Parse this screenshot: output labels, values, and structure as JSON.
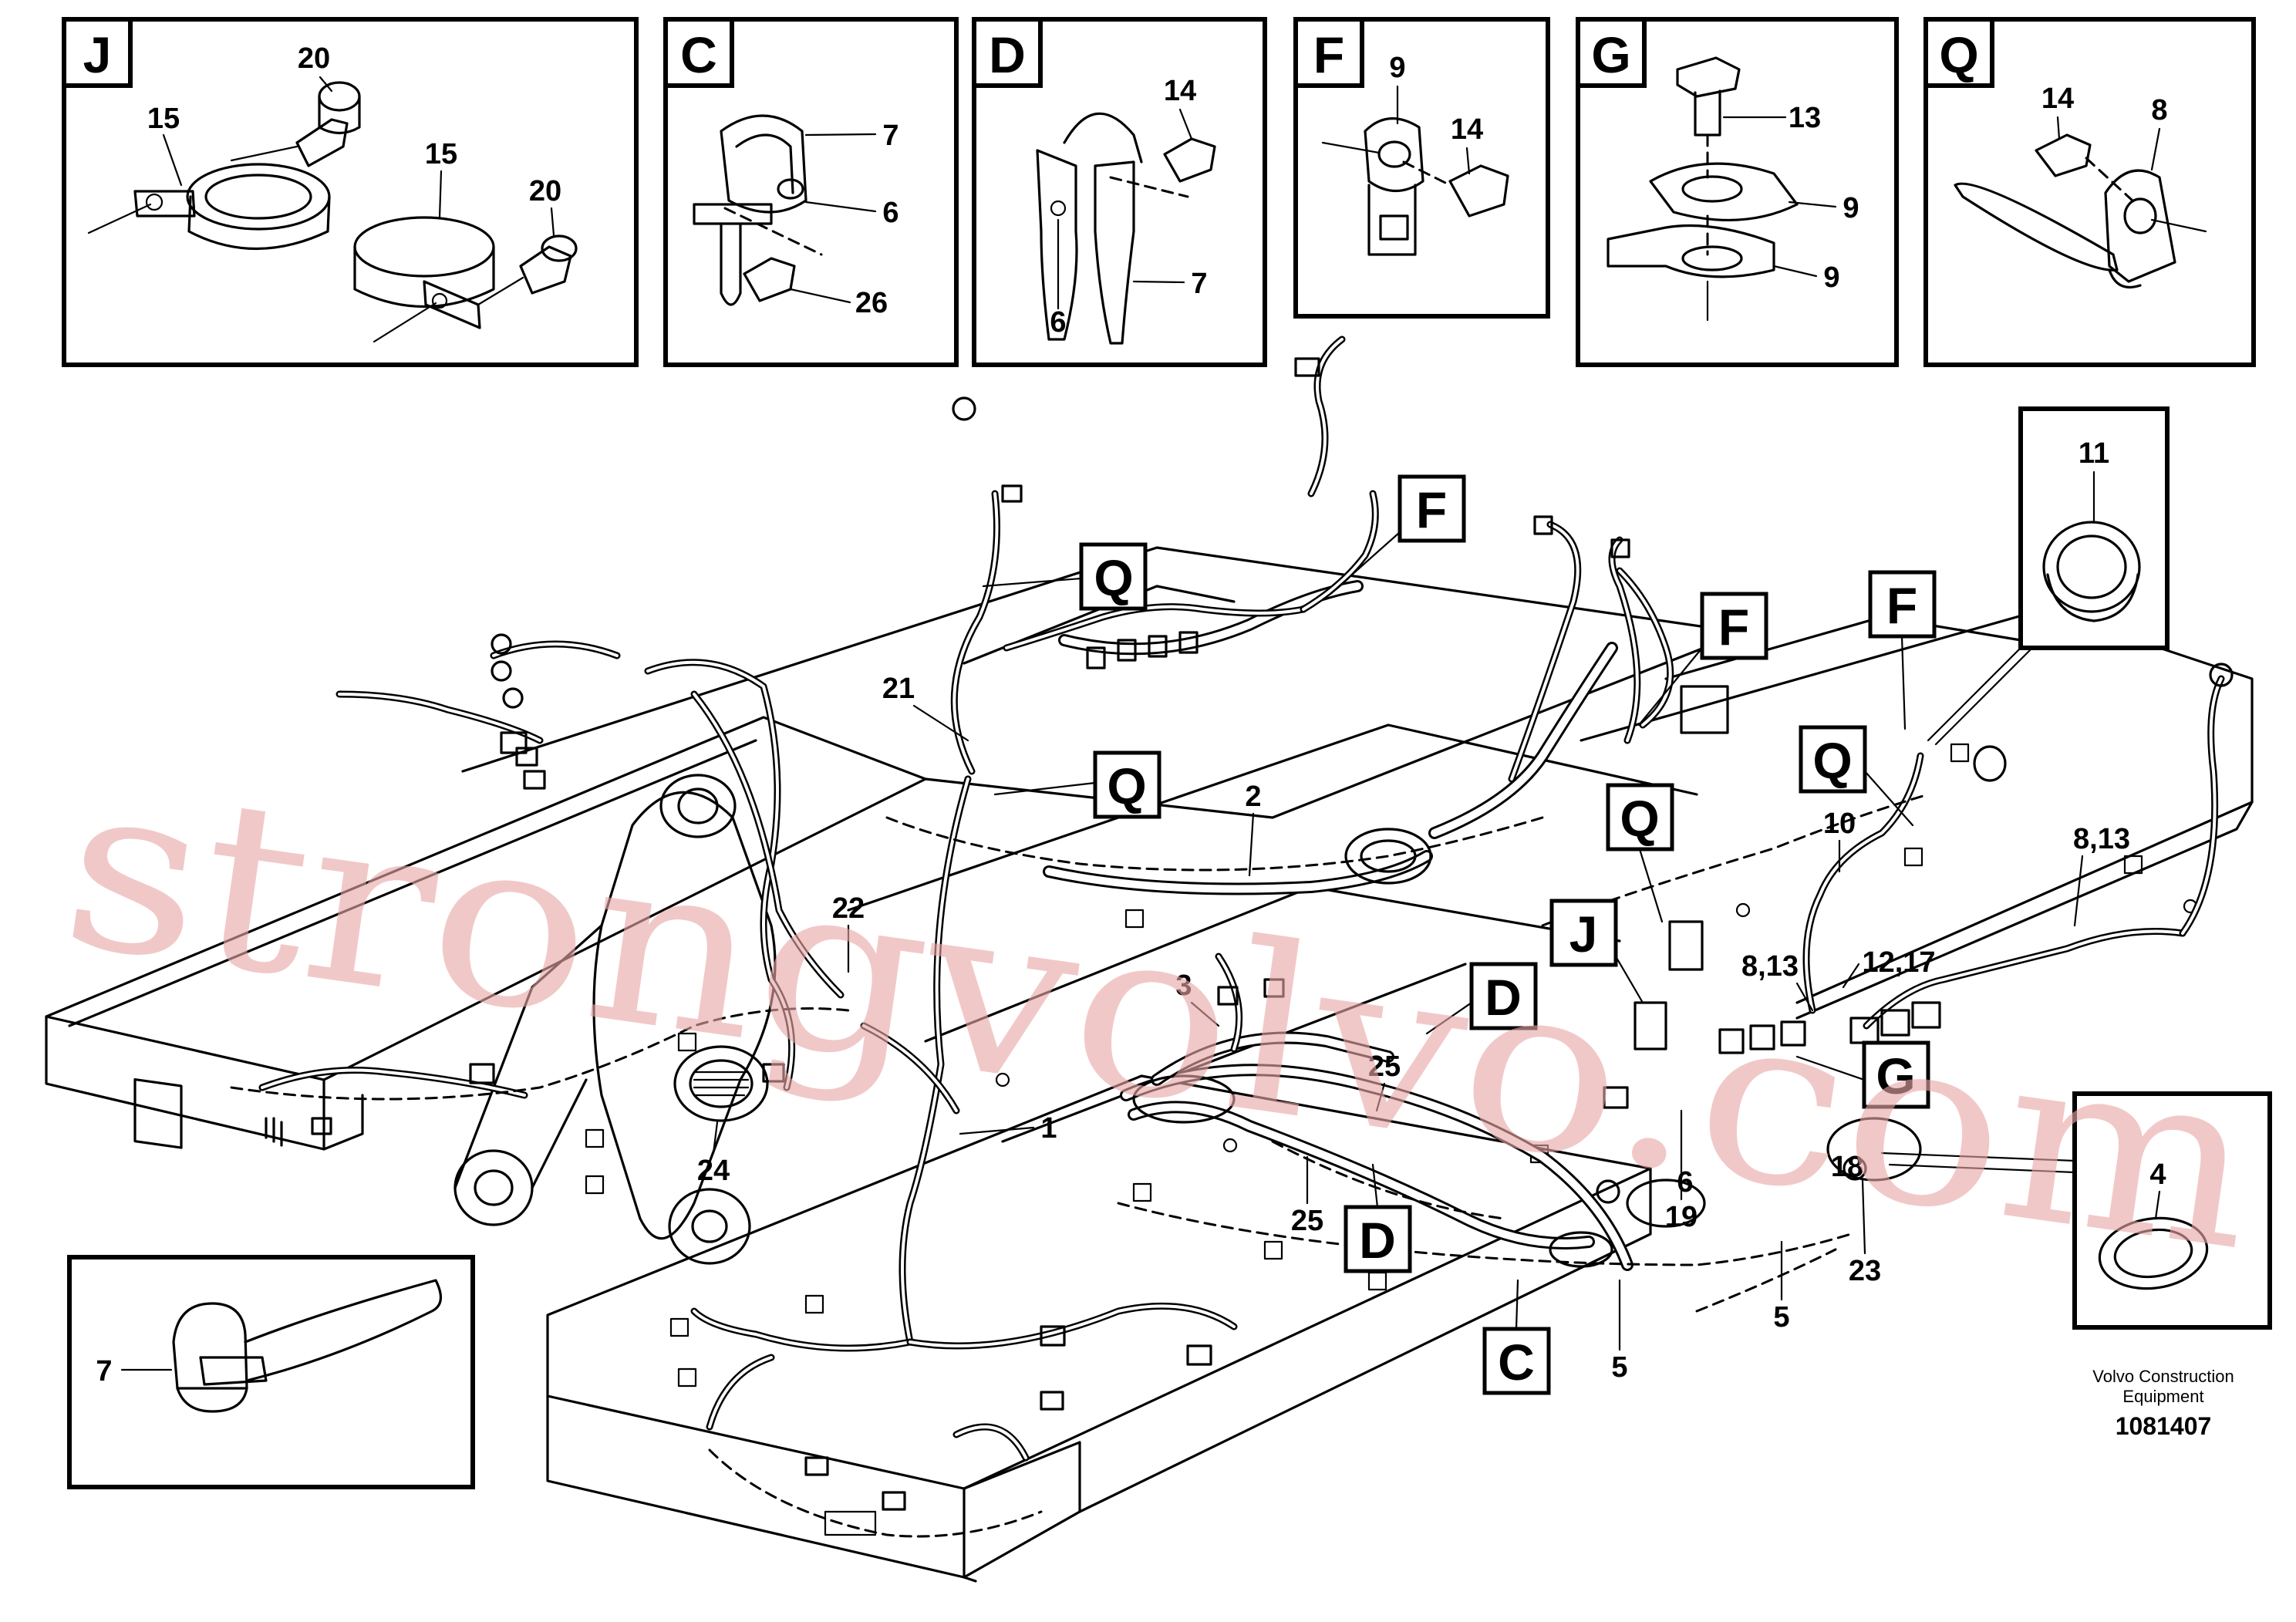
{
  "detail_panels": [
    {
      "letter": "J",
      "callouts": [
        "20",
        "15",
        "15",
        "20"
      ]
    },
    {
      "letter": "C",
      "callouts": [
        "7",
        "6",
        "26"
      ]
    },
    {
      "letter": "D",
      "callouts": [
        "14",
        "7",
        "6"
      ]
    },
    {
      "letter": "F",
      "callouts": [
        "9",
        "14"
      ]
    },
    {
      "letter": "G",
      "callouts": [
        "13",
        "9",
        "9"
      ]
    },
    {
      "letter": "Q",
      "callouts": [
        "14",
        "8"
      ]
    }
  ],
  "bottom_left_panel": {
    "callouts": [
      "7"
    ]
  },
  "right_panel_top": {
    "callouts": [
      "11"
    ]
  },
  "right_panel_bottom": {
    "callouts": [
      "4"
    ]
  },
  "detail_tags": [
    "Q",
    "F",
    "Q",
    "F",
    "F",
    "Q",
    "Q",
    "J",
    "D",
    "G",
    "D",
    "C"
  ],
  "main_callouts": [
    "21",
    "2",
    "22",
    "24",
    "1",
    "25",
    "25",
    "5",
    "19",
    "5",
    "23",
    "10",
    "8,13",
    "8,13",
    "12,17",
    "3",
    "6",
    "18"
  ],
  "footer": {
    "brand_line1": "Volvo Construction",
    "brand_line2": "Equipment",
    "doc_number": "1081407"
  },
  "watermark": "strongvolvo.com"
}
